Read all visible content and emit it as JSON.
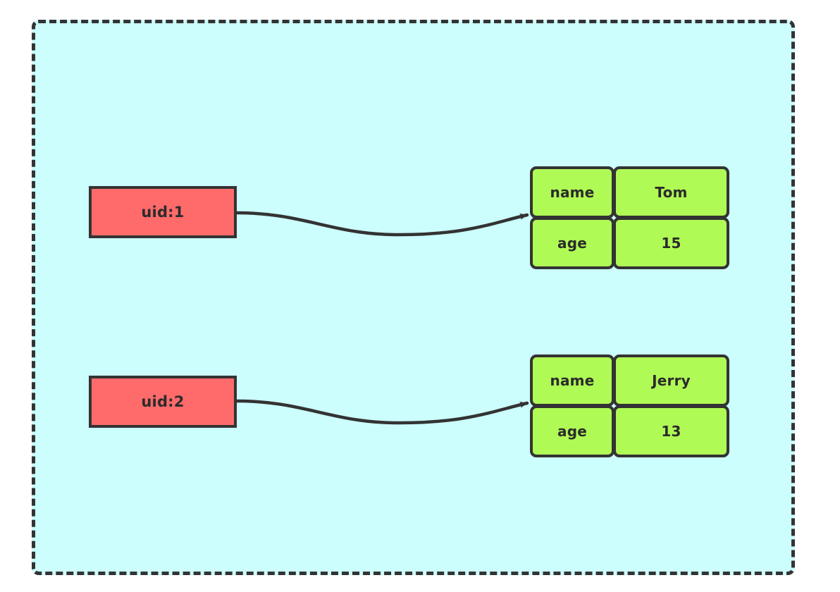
{
  "diagram": {
    "title": "",
    "background_color": "#ffffff",
    "cluster": {
      "name": "dashed-container",
      "fill_color": "#ccfefd",
      "border_color": "#333333",
      "border_style": "dashed"
    },
    "colors": {
      "key_node_fill": "#ff6b6b",
      "value_node_fill": "#b0fa55",
      "stroke": "#333333",
      "text": "#2b2b2b"
    },
    "keys": [
      {
        "id": "uid1",
        "label": "uid:1"
      },
      {
        "id": "uid2",
        "label": "uid:2"
      }
    ],
    "records": [
      {
        "id": "rec1",
        "rows": [
          {
            "field": "name",
            "value": "Tom"
          },
          {
            "field": "age",
            "value": "15"
          }
        ]
      },
      {
        "id": "rec2",
        "rows": [
          {
            "field": "name",
            "value": "Jerry"
          },
          {
            "field": "age",
            "value": "13"
          }
        ]
      }
    ],
    "edges": [
      {
        "from": "uid1",
        "to": "rec1",
        "label": ""
      },
      {
        "from": "uid2",
        "to": "rec2",
        "label": ""
      }
    ]
  }
}
